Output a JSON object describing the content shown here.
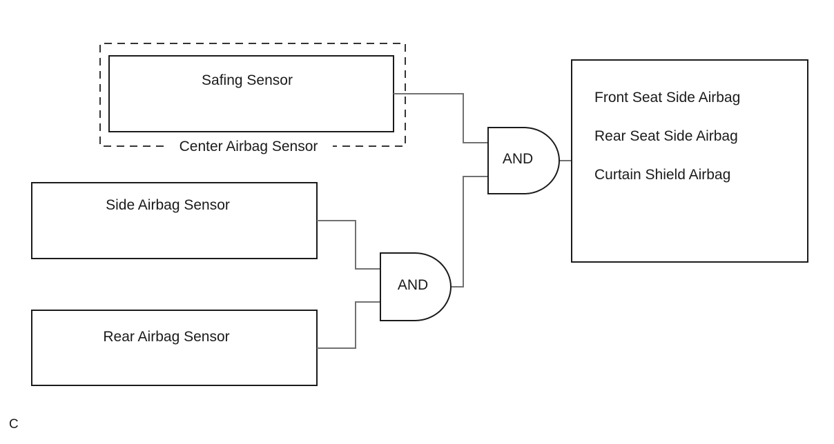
{
  "diagram": {
    "safing_sensor": "Safing Sensor",
    "center_group": "Center Airbag Sensor",
    "side_sensor": "Side Airbag Sensor",
    "rear_sensor": "Rear Airbag Sensor",
    "gate_upper": "AND",
    "gate_lower": "AND",
    "outputs": [
      "Front Seat Side Airbag",
      "Rear Seat Side Airbag",
      "Curtain Shield Airbag"
    ],
    "corner_letter": "C"
  }
}
